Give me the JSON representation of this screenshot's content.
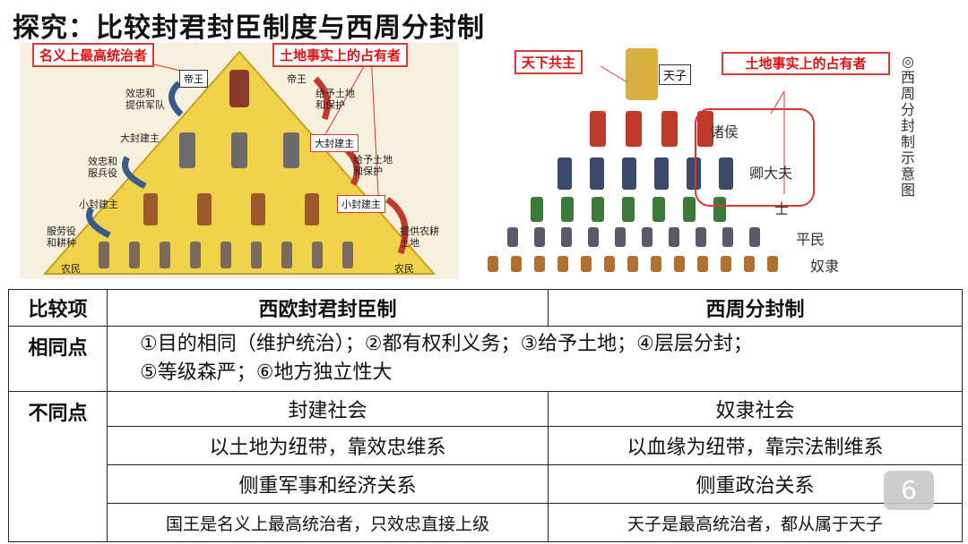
{
  "title": "探究：比较封君封臣制度与西周分封制",
  "left_figure": {
    "tag_left": "名义上最高统治者",
    "tag_right": "土地事实上的占有者",
    "level_labels": [
      "帝王",
      "大封建主",
      "小封建主",
      "农民"
    ],
    "left_relations": [
      "效忠和\n提供军队",
      "效忠和\n服兵役",
      "服劳役\n和耕种"
    ],
    "right_relations": [
      "给予土地\n和保护",
      "给予土地\n和保护",
      "提供农耕\n土地"
    ],
    "right_levels": [
      "帝王",
      "大封建主",
      "小封建主",
      "农民"
    ]
  },
  "right_figure": {
    "tag_left": "天下共主",
    "tag_right": "土地事实上的占有者",
    "levels": [
      "天子",
      "诸侯",
      "卿大夫",
      "士",
      "平民",
      "奴隶"
    ],
    "caption": "◎西周分封制示意图"
  },
  "table": {
    "header": [
      "比较项",
      "西欧封君封臣制",
      "西周分封制"
    ],
    "same_label": "相同点",
    "same_lines": [
      "①目的相同（维护统治）；②都有权利义务；③给予土地；④层层分封；",
      "⑤等级森严；⑥地方独立性大"
    ],
    "diff_label": "不同点",
    "diff_rows": [
      [
        "封建社会",
        "奴隶社会"
      ],
      [
        "以土地为纽带，靠效忠维系",
        "以血缘为纽带，靠宗法制维系"
      ],
      [
        "侧重军事和经济关系",
        "侧重政治关系"
      ],
      [
        "国王是名义上最高统治者，只效忠直接上级",
        "天子是最高统治者，都从属于天子"
      ]
    ]
  },
  "page_number": "6"
}
